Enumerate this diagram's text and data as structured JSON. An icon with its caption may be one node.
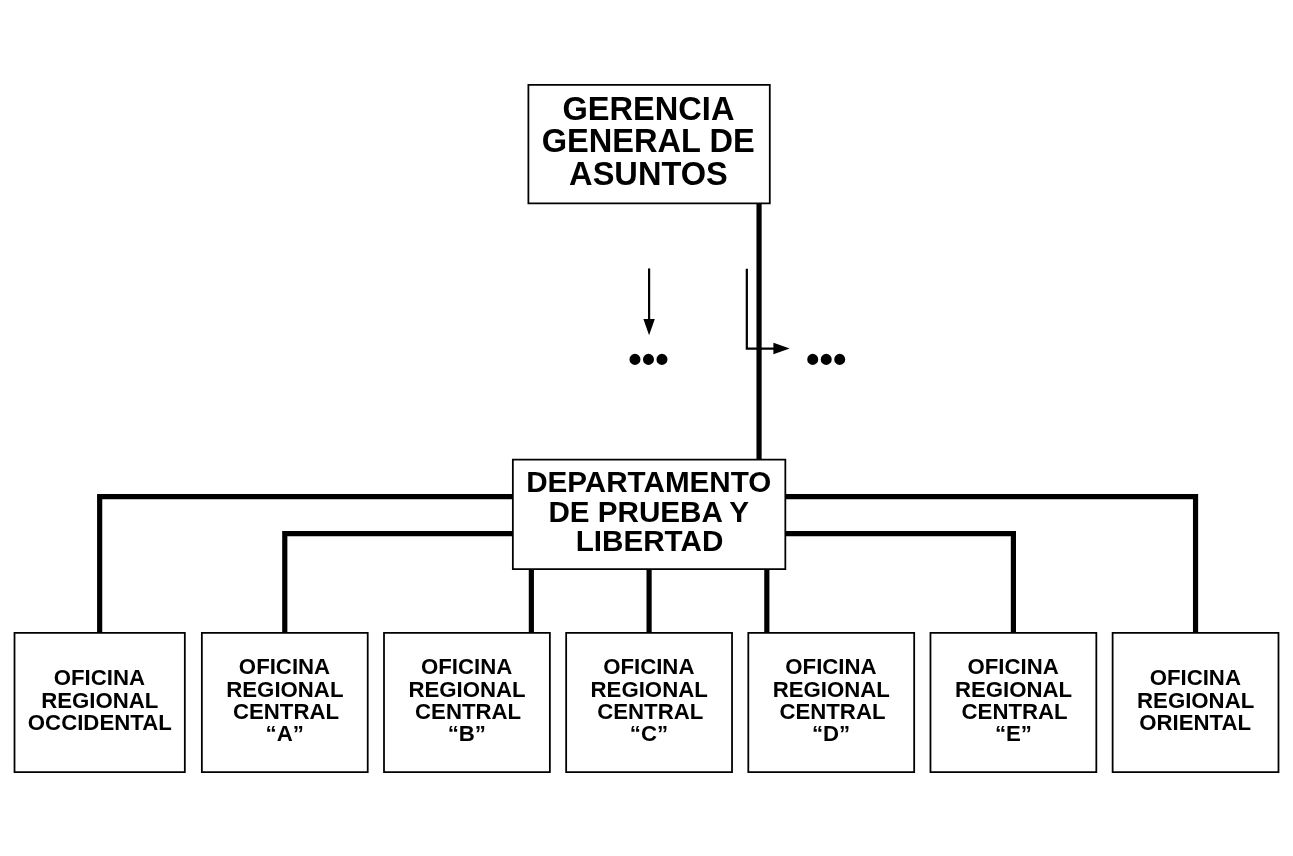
{
  "diagram": {
    "nodes": [
      {
        "text": [
          "GERENCIA GENERAL DE ASUNTOS"
        ]
      },
      {
        "text": [
          "•••"
        ]
      },
      {
        "text": [
          "•••"
        ]
      },
      {
        "text": [
          "DEPARTAMENTO DE PRUEBA Y LIBERTAD"
        ]
      },
      {
        "text": [
          "OFICINA REGIONAL OCCIDENTAL"
        ]
      },
      {
        "text": [
          "OFICINA REGIONAL CENTRAL “A”"
        ]
      },
      {
        "text": [
          "OFICINA REGIONAL CENTRAL “B”"
        ]
      },
      {
        "text": [
          "OFICINA REGIONAL CENTRAL “C”"
        ]
      },
      {
        "text": [
          "OFICINA REGIONAL CENTRAL “D”"
        ]
      },
      {
        "text": [
          "OFICINA REGIONAL CENTRAL “E”"
        ]
      },
      {
        "text": [
          "OFICINA REGIONAL ORIENTAL"
        ]
      }
    ],
    "edges": [
      {
        "from": 0,
        "to": 3,
        "arrow": "none"
      },
      {
        "from": null,
        "to": 1,
        "arrow": "to"
      },
      {
        "from": null,
        "to": 2,
        "arrow": "to"
      },
      {
        "from": 3,
        "to": 4,
        "arrow": "none"
      },
      {
        "from": 3,
        "to": 5,
        "arrow": "none"
      },
      {
        "from": 3,
        "to": 6,
        "arrow": "none"
      },
      {
        "from": 3,
        "to": 7,
        "arrow": "none"
      },
      {
        "from": 3,
        "to": 8,
        "arrow": "none"
      },
      {
        "from": 3,
        "to": 9,
        "arrow": "none"
      },
      {
        "from": 3,
        "to": 10,
        "arrow": "none"
      }
    ]
  }
}
